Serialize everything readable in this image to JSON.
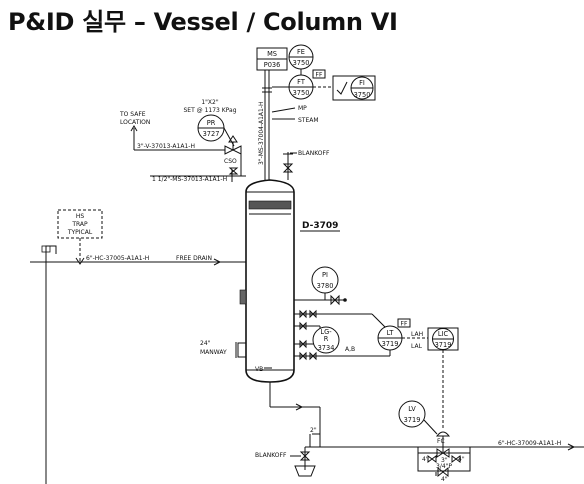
{
  "title": "P&ID 실무 – Vessel / Column VI",
  "vessel": {
    "tag": "D-3709"
  },
  "instruments": {
    "ms": {
      "line1": "MS",
      "line2": "P036"
    },
    "fe": {
      "code": "FE",
      "num": "3750"
    },
    "ft": {
      "code": "FT",
      "num": "3750"
    },
    "fi": {
      "code": "FI",
      "num": "3750"
    },
    "ff1": "FF",
    "ff2": "FF",
    "pr": {
      "code": "PR",
      "num": "3727"
    },
    "pi": {
      "code": "PI",
      "num": "3780"
    },
    "lg": {
      "code": "LG-",
      "sub": "R",
      "num": "3734",
      "suffix": "A,B"
    },
    "lt": {
      "code": "LT",
      "num": "3719"
    },
    "lic": {
      "code": "LIC",
      "num": "3719"
    },
    "lv": {
      "code": "LV",
      "num": "3719"
    },
    "lah": "LAH",
    "lal": "LAL",
    "hs": {
      "line1": "HS",
      "line2": "TRAP",
      "line3": "TYPICAL"
    }
  },
  "labels": {
    "relief_size": "1\"X2\"",
    "set_pressure": "SET @ 1173 KPag",
    "to_safe": "TO SAFE",
    "location": "LOCATION",
    "pr_line": "3\"-V-37013-A1A1-H",
    "ms_line_small": "1 1/2\"-MS-37013-A1A1-H",
    "ms_line_vertical": "3\"-MS-37004-A1A1-H",
    "mp": "MP",
    "steam": "STEAM",
    "cso": "CSO",
    "blankoff_top": "BLANKOFF",
    "hc_line_in": "6\"-HC-37005-A1A1-H",
    "free_drain": "FREE DRAIN",
    "manway_size": "24\"",
    "manway": "MANWAY",
    "vb": "VB",
    "two_inch": "2\"",
    "blankoff_bottom": "BLANKOFF",
    "hc_line_out": "6\"-HC-37009-A1A1-H",
    "fc": "FC",
    "three_inch": "3\"",
    "three_quarter_p": "3/4\"P",
    "four_inch_a": "4\"",
    "four_inch_b": "4\"",
    "four_inch_c": "4\""
  }
}
